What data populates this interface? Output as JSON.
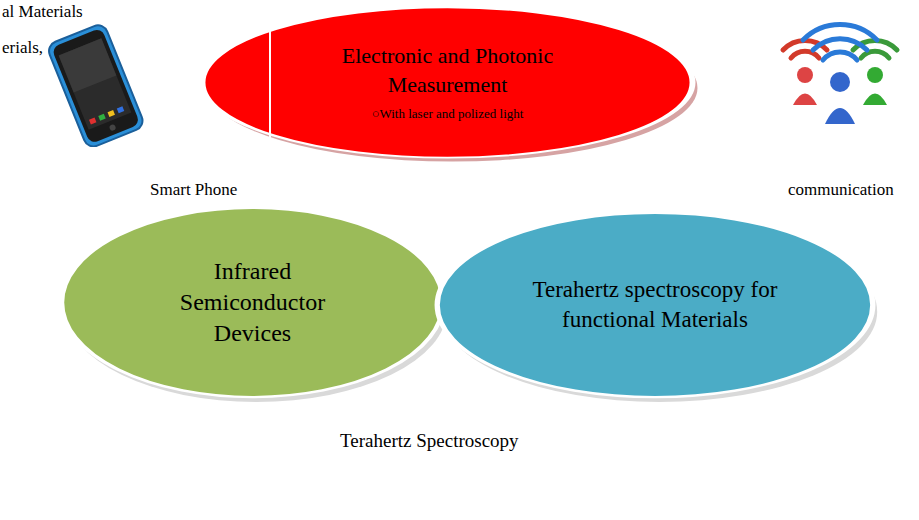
{
  "diagram": {
    "nodes": [
      {
        "text": [
          "Electronic and Photonic Measurement",
          "○With laser and polized light"
        ]
      },
      {
        "text": [
          "Infrared Semiconductor Devices"
        ]
      },
      {
        "text": [
          "Terahertz spectroscopy for functional Materials"
        ]
      }
    ],
    "labels": [
      "al Materials",
      "erials,",
      "Smart Phone",
      "communication",
      "Terahertz Spectroscopy"
    ]
  }
}
